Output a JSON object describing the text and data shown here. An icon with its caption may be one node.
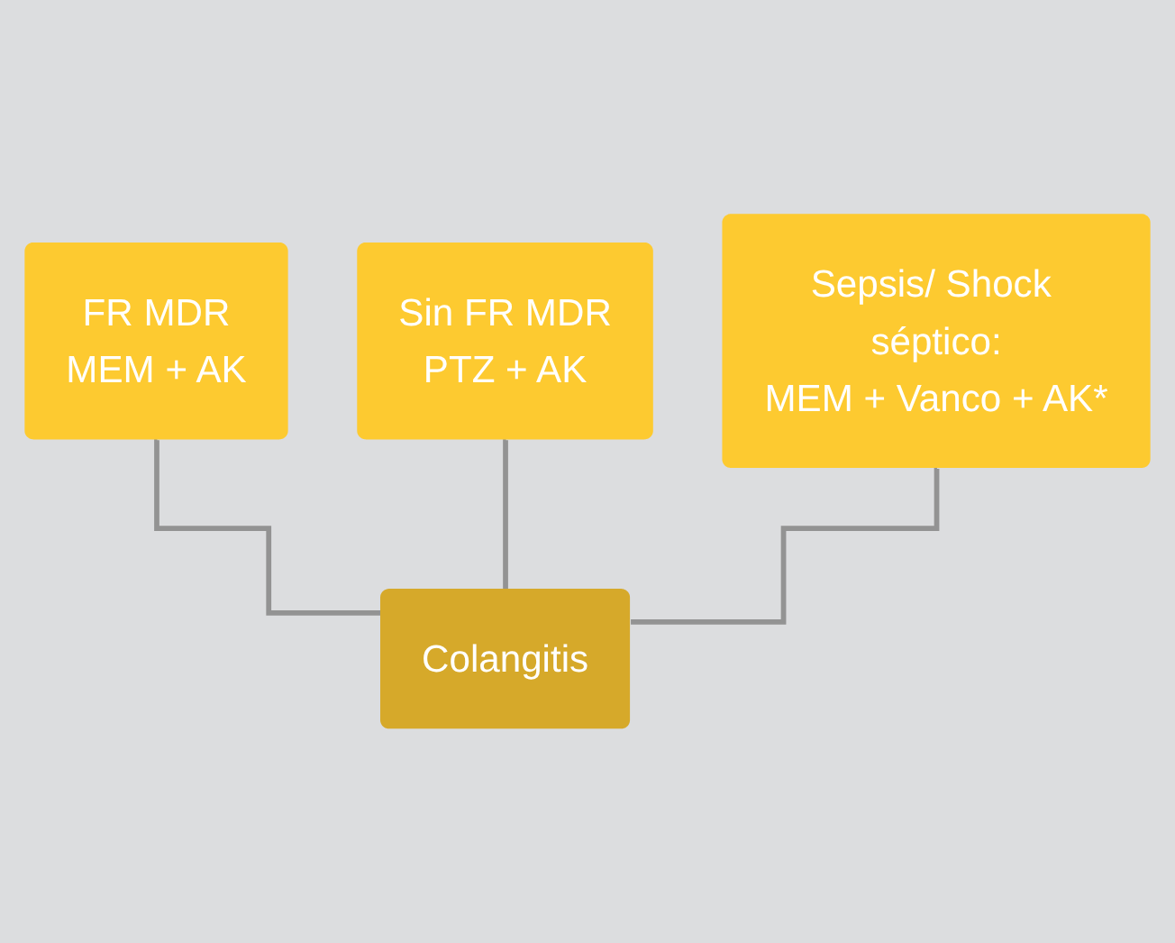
{
  "diagram": {
    "nodes": [
      {
        "text": [
          "FR MDR",
          "MEM + AK"
        ]
      },
      {
        "text": [
          "Sin FR MDR",
          "PTZ + AK"
        ]
      },
      {
        "text": [
          "Sepsis/ Shock séptico:",
          "MEM + Vanco + AK*"
        ]
      },
      {
        "text": [
          "Colangitis"
        ]
      }
    ],
    "edges": [
      {
        "from": 3,
        "to": 0,
        "arrow": "none"
      },
      {
        "from": 3,
        "to": 1,
        "arrow": "none"
      },
      {
        "from": 3,
        "to": 2,
        "arrow": "none"
      }
    ]
  }
}
